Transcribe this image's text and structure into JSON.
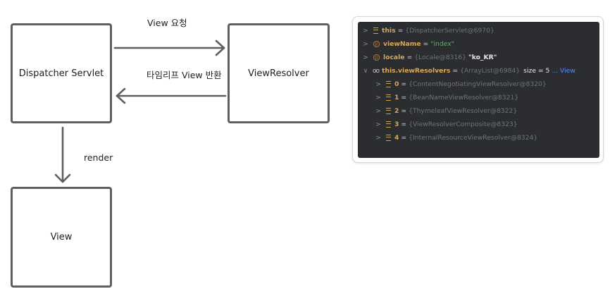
{
  "diagram": {
    "dispatcher_label": "Dispatcher Servlet",
    "resolver_label": "ViewResolver",
    "view_label": "View",
    "request_label": "View 요청",
    "return_label": "타임리프 View 반환",
    "render_label": "render"
  },
  "debugger": {
    "rows": [
      {
        "chevron": ">",
        "icon": "field-icon",
        "name": "this",
        "eq": "=",
        "ref": "{DispatcherServlet@6970}",
        "extra": ""
      },
      {
        "chevron": ">",
        "icon": "parameter-icon",
        "name": "viewName",
        "eq": "=",
        "ref": "",
        "str": "\"index\""
      },
      {
        "chevron": ">",
        "icon": "parameter-icon",
        "name": "locale",
        "eq": "=",
        "ref": "{Locale@8316}",
        "strw": "\"ko_KR\""
      },
      {
        "chevron": "∨",
        "icon": "watch-icon",
        "name": "this.viewResolvers",
        "eq": "=",
        "ref": "{ArrayList@6984}",
        "size": "size = 5",
        "link": "... View"
      },
      {
        "chevron": ">",
        "icon": "field-icon",
        "name": "0",
        "eq": "=",
        "ref": "{ContentNegotiatingViewResolver@8320}"
      },
      {
        "chevron": ">",
        "icon": "field-icon",
        "name": "1",
        "eq": "=",
        "ref": "{BeanNameViewResolver@8321}"
      },
      {
        "chevron": ">",
        "icon": "field-icon",
        "name": "2",
        "eq": "=",
        "ref": "{ThymeleafViewResolver@8322}"
      },
      {
        "chevron": ">",
        "icon": "field-icon",
        "name": "3",
        "eq": "=",
        "ref": "{ViewResolverComposite@8323}"
      },
      {
        "chevron": ">",
        "icon": "field-icon",
        "name": "4",
        "eq": "=",
        "ref": "{InternalResourceViewResolver@8324}"
      }
    ]
  },
  "colors": {
    "box_border": "#5f5f5f",
    "arrow": "#5f5f5f",
    "panel_bg": "#2b2d30",
    "name": "#d6a85c",
    "ref": "#6f737a",
    "string": "#6aab73",
    "link": "#5a8cf2"
  }
}
